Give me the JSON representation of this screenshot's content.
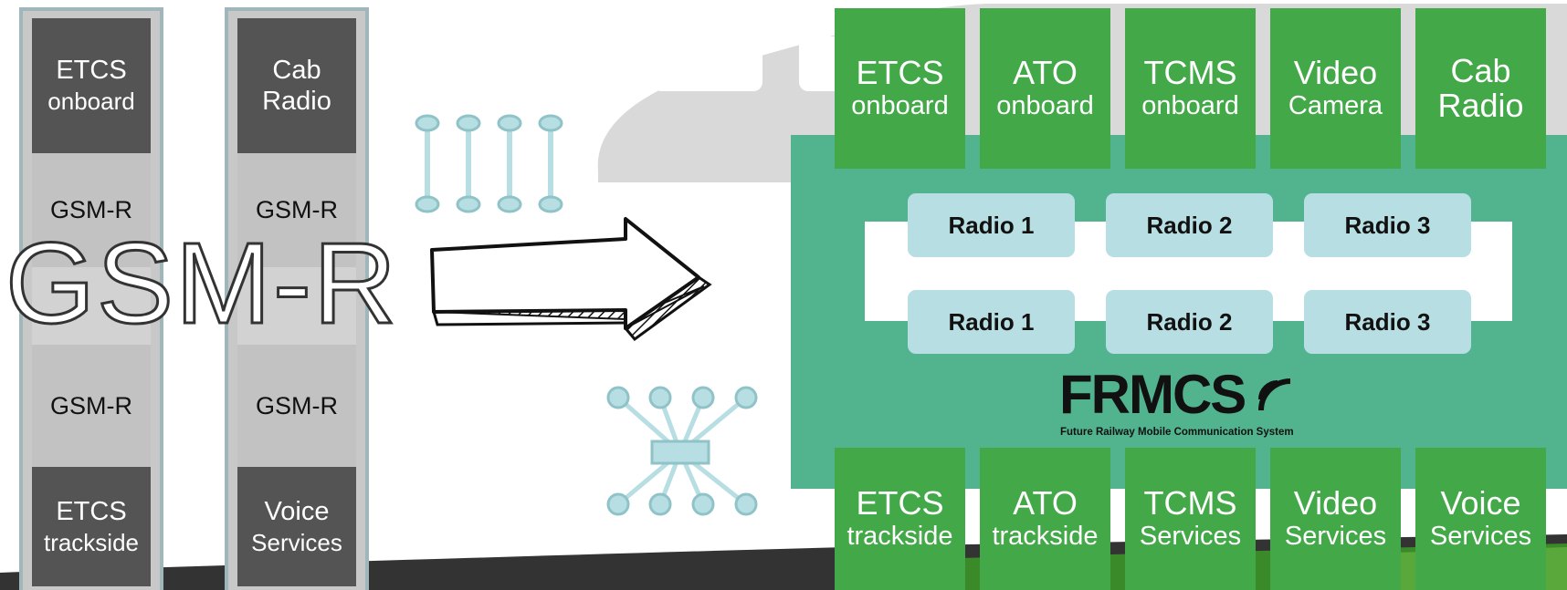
{
  "colors": {
    "legacy_dark": "#545454",
    "legacy_light": "#c2c2c2",
    "frame": "#9fb7bb",
    "frmcs_green": "#43a848",
    "frmcs_panel": "#51b48f",
    "radio": "#b7dee2",
    "node": "#8fc3c8"
  },
  "legacy": {
    "label": "GSM-R",
    "stacks": [
      {
        "top": "ETCS",
        "top_sub": "onboard",
        "mid1": "GSM-R",
        "mid2": "GSM-R",
        "bottom": "ETCS",
        "bottom_sub": "trackside"
      },
      {
        "top": "Cab",
        "top_sub": "Radio",
        "mid1": "GSM-R",
        "mid2": "GSM-R",
        "bottom": "Voice",
        "bottom_sub": "Services"
      }
    ]
  },
  "frmcs": {
    "logo_text": "FRMCS",
    "logo_subtitle": "Future Railway Mobile Communication System",
    "onboard": [
      {
        "l1": "ETCS",
        "l2": "onboard"
      },
      {
        "l1": "ATO",
        "l2": "onboard"
      },
      {
        "l1": "TCMS",
        "l2": "onboard"
      },
      {
        "l1": "Video",
        "l2": "Camera"
      },
      {
        "l1": "Cab",
        "l2": "Radio"
      }
    ],
    "radios_top": [
      "Radio 1",
      "Radio 2",
      "Radio 3"
    ],
    "radios_bottom": [
      "Radio 1",
      "Radio 2",
      "Radio 3"
    ],
    "trackside": [
      {
        "l1": "ETCS",
        "l2": "trackside"
      },
      {
        "l1": "ATO",
        "l2": "trackside"
      },
      {
        "l1": "TCMS",
        "l2": "Services"
      },
      {
        "l1": "Video",
        "l2": "Services"
      },
      {
        "l1": "Voice",
        "l2": "Services"
      }
    ]
  },
  "icons": [
    "point-to-point-links-icon",
    "migration-arrow-icon",
    "hub-network-icon",
    "wifi-waves-icon",
    "train-silhouette"
  ]
}
